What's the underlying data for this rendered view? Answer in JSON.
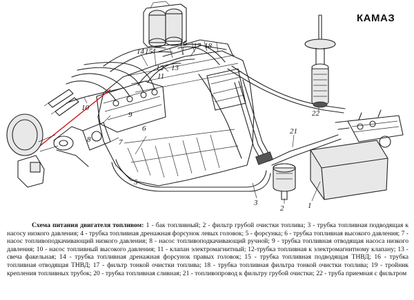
{
  "brand": "КАМАЗ",
  "callouts": {
    "c1": "1",
    "c2": "2",
    "c3": "3",
    "c4": "4",
    "c5": "5",
    "c6": "6",
    "c7": "7",
    "c8": "8",
    "c9": "9",
    "c10": "10",
    "c11": "11",
    "c12": "12",
    "c13": "13",
    "c14": "14",
    "c15": "15",
    "c16": "16",
    "c17": "17",
    "c18": "18",
    "c21": "21",
    "c22": "22"
  },
  "caption": {
    "title": "Схема питания двигателя топливом:",
    "body": " 1 - бак топливный; 2 - фильтр грубой очистки топлива; 3 - трубка топливная подводящая к насосу низкого давления; 4 - трубка топливная дренажная форсунок левых головок; 5 - форсунка; 6 - трубка топливная высокого давления; 7 - насос топливоподкачивающий низкого давления; 8 - насос топливоподкачивающий ручной; 9 - трубка топливная отводящая насоса низкого давления; 10 - насос топливный высокого давления; 11 - клапан электромагнитный; 12-трубка топливная к электромагнитному клапану; 13 - свеча факельная; 14 - трубка топливная дренажная форсунок правых головок; 15 - трубка топливная подводящая ТНВД; 16 - трубка топливная отводящая ТНВД; 17 - фильтр тонкой очистки топлива; 18 - трубка топливная фильтра тонкой очистки топлива; 19 - тройник крепления топливных трубок; 20 - трубка топливная сливная; 21 - топливопровод к фильтру грубой очистки; 22 - труба приемная с фильтром"
  }
}
